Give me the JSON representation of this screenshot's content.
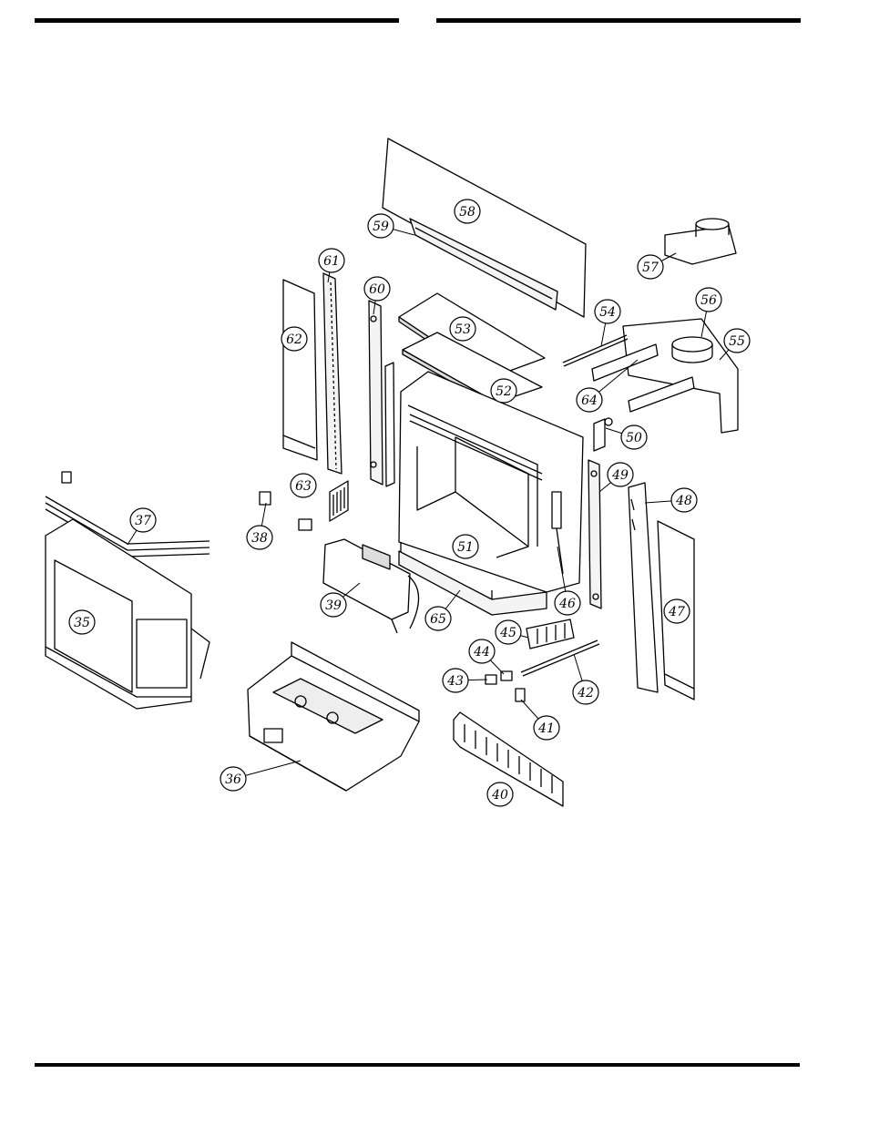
{
  "parts": [
    {
      "label": "35"
    },
    {
      "label": "36"
    },
    {
      "label": "37"
    },
    {
      "label": "38"
    },
    {
      "label": "39"
    },
    {
      "label": "40"
    },
    {
      "label": "41"
    },
    {
      "label": "42"
    },
    {
      "label": "43"
    },
    {
      "label": "44"
    },
    {
      "label": "45"
    },
    {
      "label": "46"
    },
    {
      "label": "47"
    },
    {
      "label": "48"
    },
    {
      "label": "49"
    },
    {
      "label": "50"
    },
    {
      "label": "51"
    },
    {
      "label": "52"
    },
    {
      "label": "53"
    },
    {
      "label": "54"
    },
    {
      "label": "55"
    },
    {
      "label": "56"
    },
    {
      "label": "57"
    },
    {
      "label": "58"
    },
    {
      "label": "59"
    },
    {
      "label": "60"
    },
    {
      "label": "61"
    },
    {
      "label": "62"
    },
    {
      "label": "63"
    },
    {
      "label": "64"
    },
    {
      "label": "65"
    }
  ],
  "colors": {
    "ink": "#000000",
    "paper": "#ffffff",
    "shade": "#e8e8e8"
  }
}
